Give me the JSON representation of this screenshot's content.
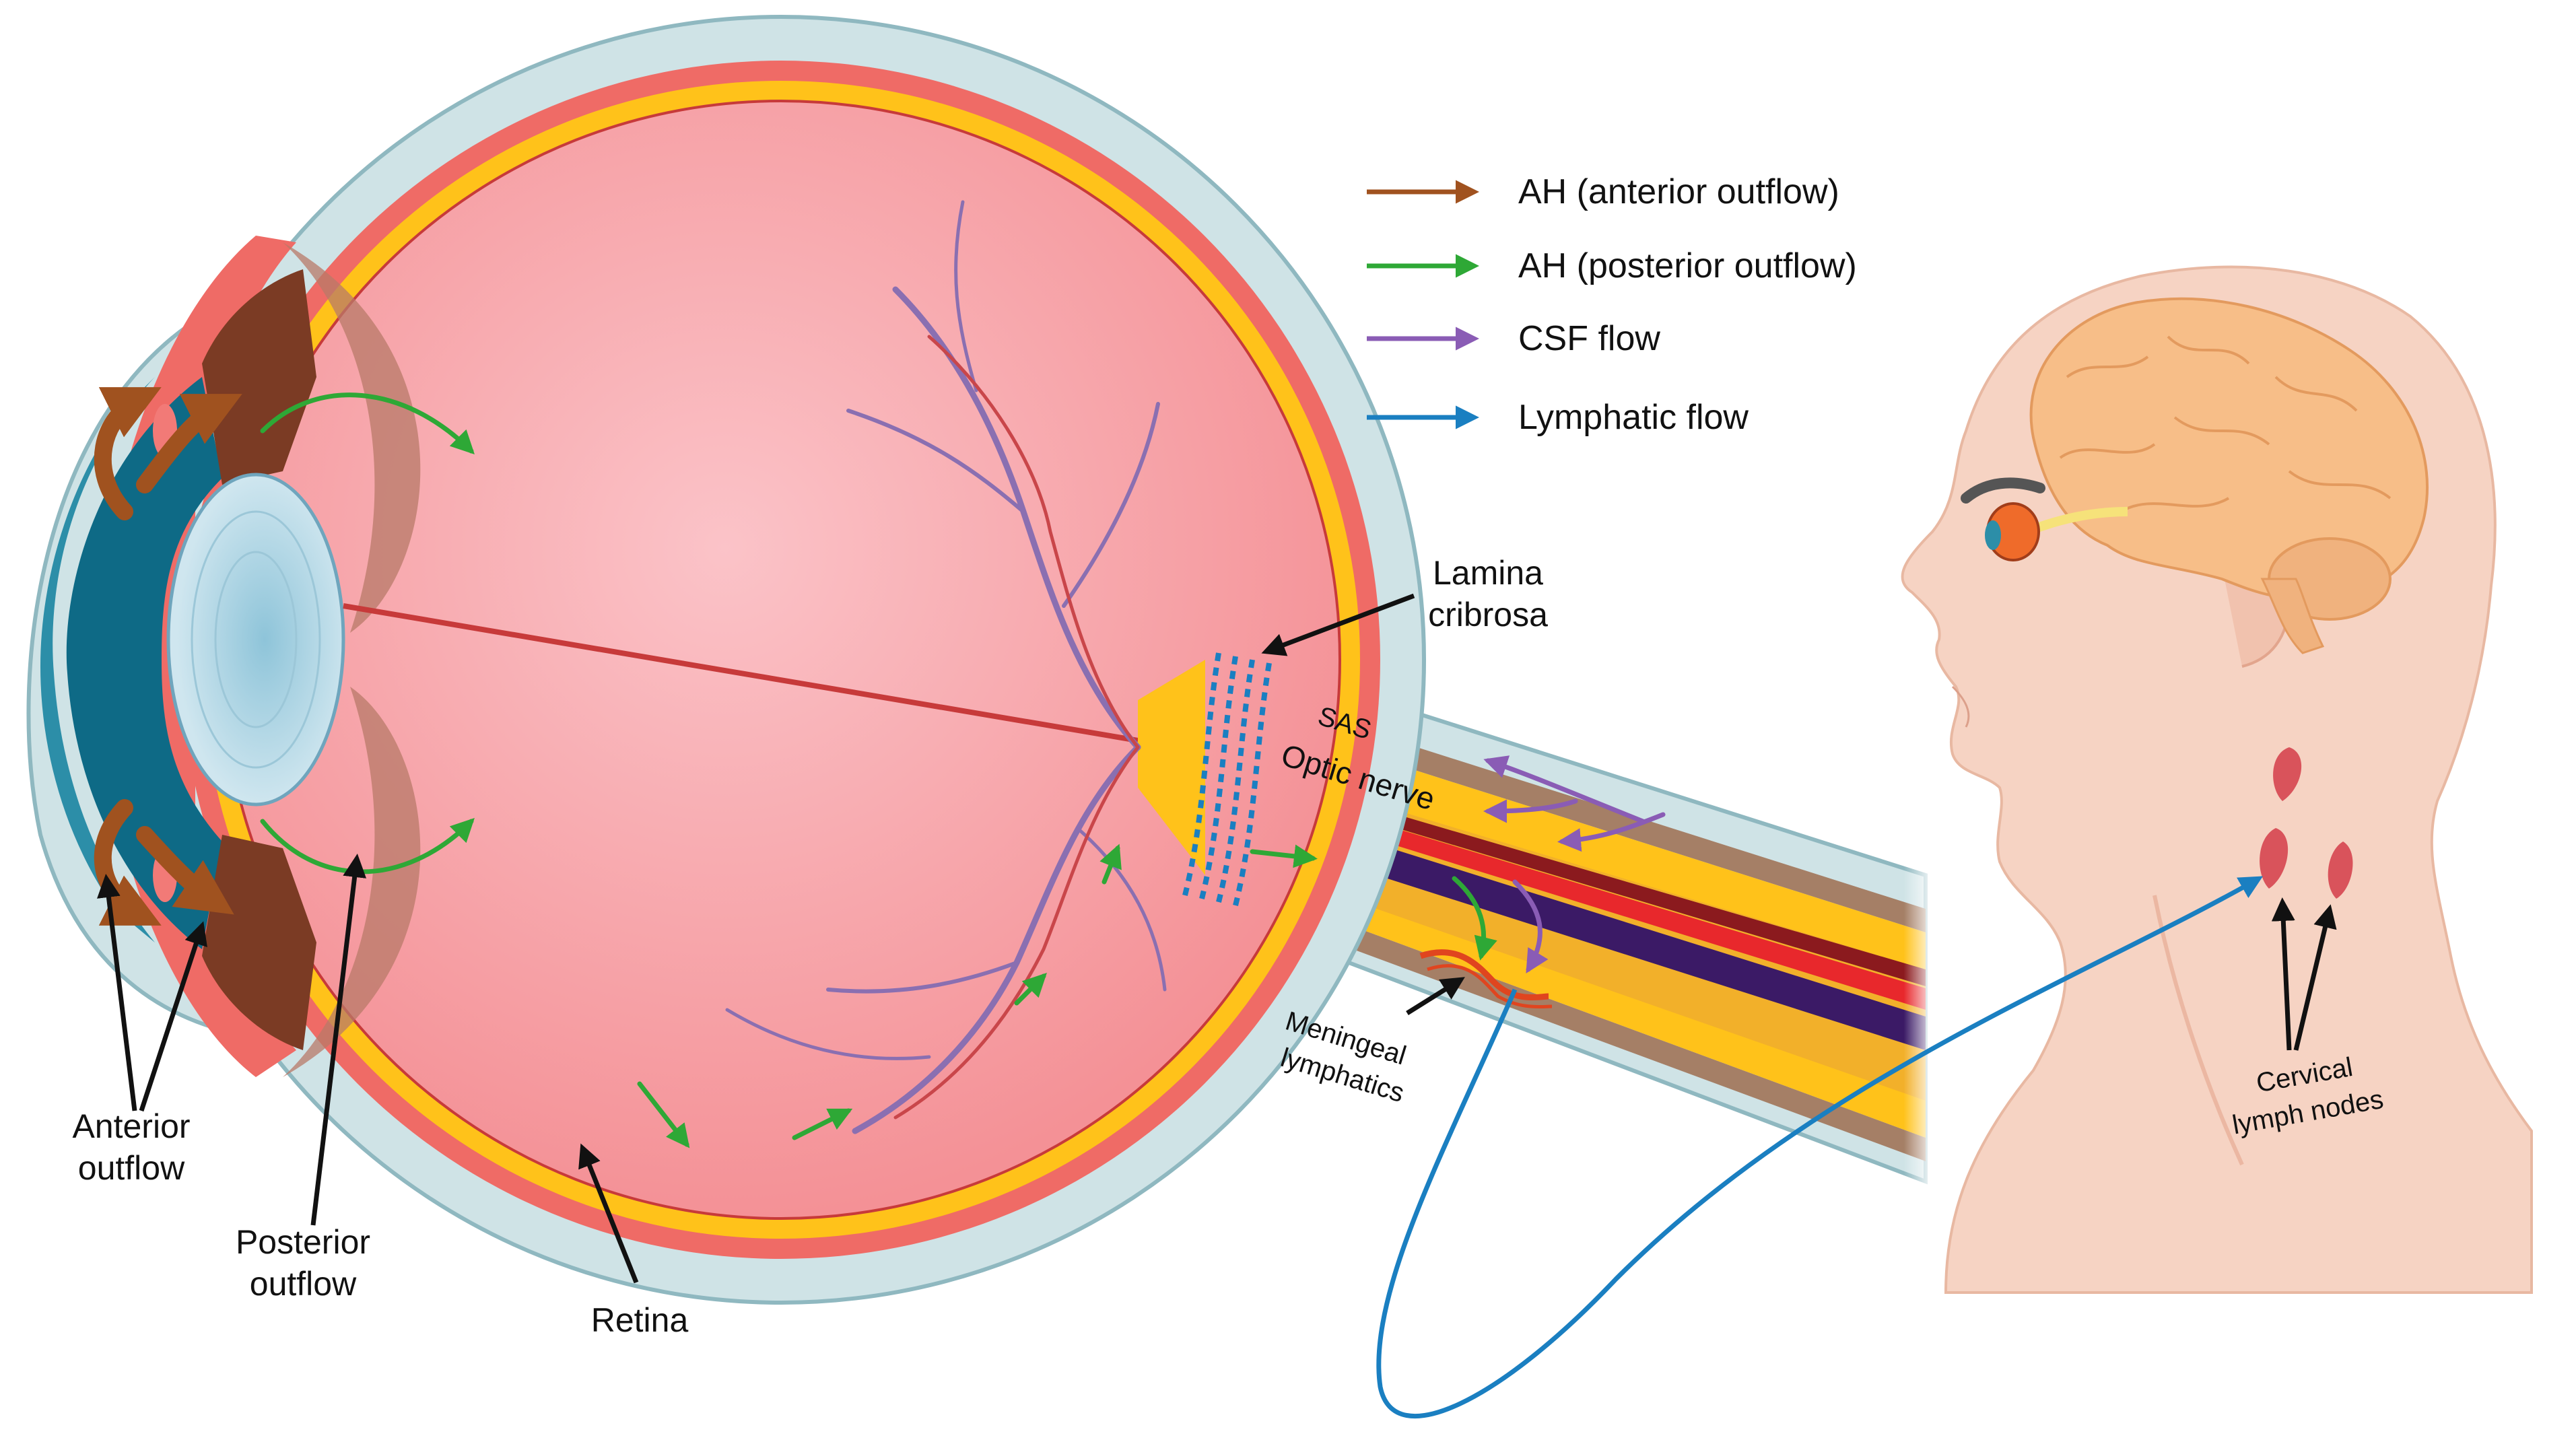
{
  "legend": {
    "items": [
      {
        "label": "AH (anterior outflow)",
        "color": "#a0521f"
      },
      {
        "label": "AH (posterior outflow)",
        "color": "#2ea836"
      },
      {
        "label": "CSF flow",
        "color": "#8a5cb5"
      },
      {
        "label": "Lymphatic flow",
        "color": "#1a7fc1"
      }
    ]
  },
  "labels": {
    "anterior_outflow_1": "Anterior",
    "anterior_outflow_2": "outflow",
    "posterior_outflow_1": "Posterior",
    "posterior_outflow_2": "outflow",
    "retina": "Retina",
    "lamina_1": "Lamina",
    "lamina_2": "cribrosa",
    "sas": "SAS",
    "optic_nerve": "Optic nerve",
    "meningeal_1": "Meningeal",
    "meningeal_2": "lymphatics",
    "cervical_1": "Cervical",
    "cervical_2": "lymph nodes"
  },
  "colors": {
    "sclera": "#cfe3e6",
    "choroid": "#ef6b66",
    "vitreous": "#f6a3a6",
    "yellow": "#ffc21a",
    "nerve_sheath": "#a57f66",
    "skin": "#f6d3c3",
    "brain": "#f7be88",
    "node": "#d9535b"
  }
}
